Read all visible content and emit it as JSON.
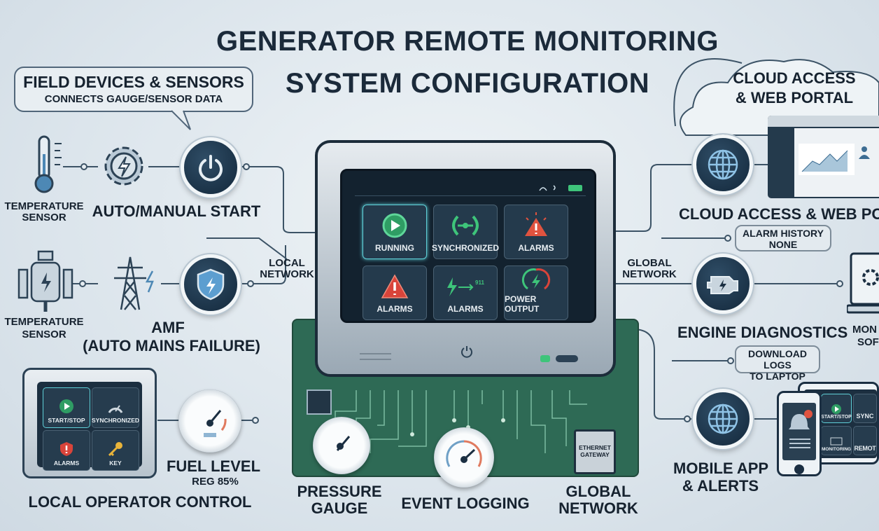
{
  "title": {
    "line1": "GENERATOR REMOTE MONITORING",
    "line2": "SYSTEM CONFIGURATION"
  },
  "callout": {
    "title": "FIELD DEVICES & SENSORS",
    "subtitle": "CONNECTS GAUGE/SENSOR DATA"
  },
  "cloud": {
    "line1": "CLOUD ACCESS",
    "line2": "& WEB PORTAL"
  },
  "left": {
    "temp_sensor_1": [
      "TEMPERATURE",
      "SENSOR"
    ],
    "auto_manual": "AUTO/MANUAL START",
    "temp_sensor_2": [
      "TEMPERATURE",
      "SENSOR"
    ],
    "amf": [
      "AMF",
      "(AUTO MAINS FAILURE)"
    ],
    "local_network": [
      "LOCAL",
      "NETWORK"
    ],
    "fuel_level": "FUEL LEVEL",
    "fuel_reading": "REG 85%",
    "local_operator": "LOCAL OPERATOR CONTROL",
    "panel_tiles": [
      "START/STOP",
      "SYNCHRONIZED",
      "ALARMS",
      "KEY"
    ]
  },
  "controller": {
    "tiles": [
      {
        "label": "RUNNING",
        "icon": "play-icon",
        "selected": true
      },
      {
        "label": "SYNCHRONIZED",
        "icon": "sync-icon"
      },
      {
        "label": "ALARMS",
        "icon": "warning-icon"
      },
      {
        "label": "ALARMS",
        "icon": "warning-icon"
      },
      {
        "label": "ALARMS",
        "icon": "signal-icon"
      },
      {
        "label": "POWER OUTPUT",
        "icon": "power-gauge-icon"
      }
    ],
    "status_icons": [
      "wifi-icon",
      "sound-icon",
      "battery-icon"
    ]
  },
  "board": {
    "pressure": [
      "PRESSURE",
      "GAUGE"
    ],
    "event_logging": "EVENT LOGGING",
    "global_network": [
      "GLOBAL",
      "NETWORK"
    ],
    "chip": [
      "ETHERNET",
      "GATEWAY"
    ]
  },
  "right": {
    "cloud_access": "CLOUD ACCESS & WEB PO",
    "alarm_history": [
      "ALARM HISTORY",
      "NONE"
    ],
    "global_network": [
      "GLOBAL",
      "NETWORK"
    ],
    "engine_diag": "ENGINE DIAGNOSTICS",
    "monitoring_software": [
      "MON",
      "SOF"
    ],
    "download_logs": [
      "DOWNLOAD LOGS",
      "TO LAPTOP"
    ],
    "mobile": [
      "MOBILE APP",
      "& ALERTS"
    ],
    "tablet_tiles": [
      "START/STOP",
      "SYNC",
      "MONITORING",
      "REMOT"
    ]
  },
  "colors": {
    "green": "#3ec47a",
    "red": "#e0533f",
    "navy": "#1b2f42",
    "pcb": "#2e6a55"
  }
}
